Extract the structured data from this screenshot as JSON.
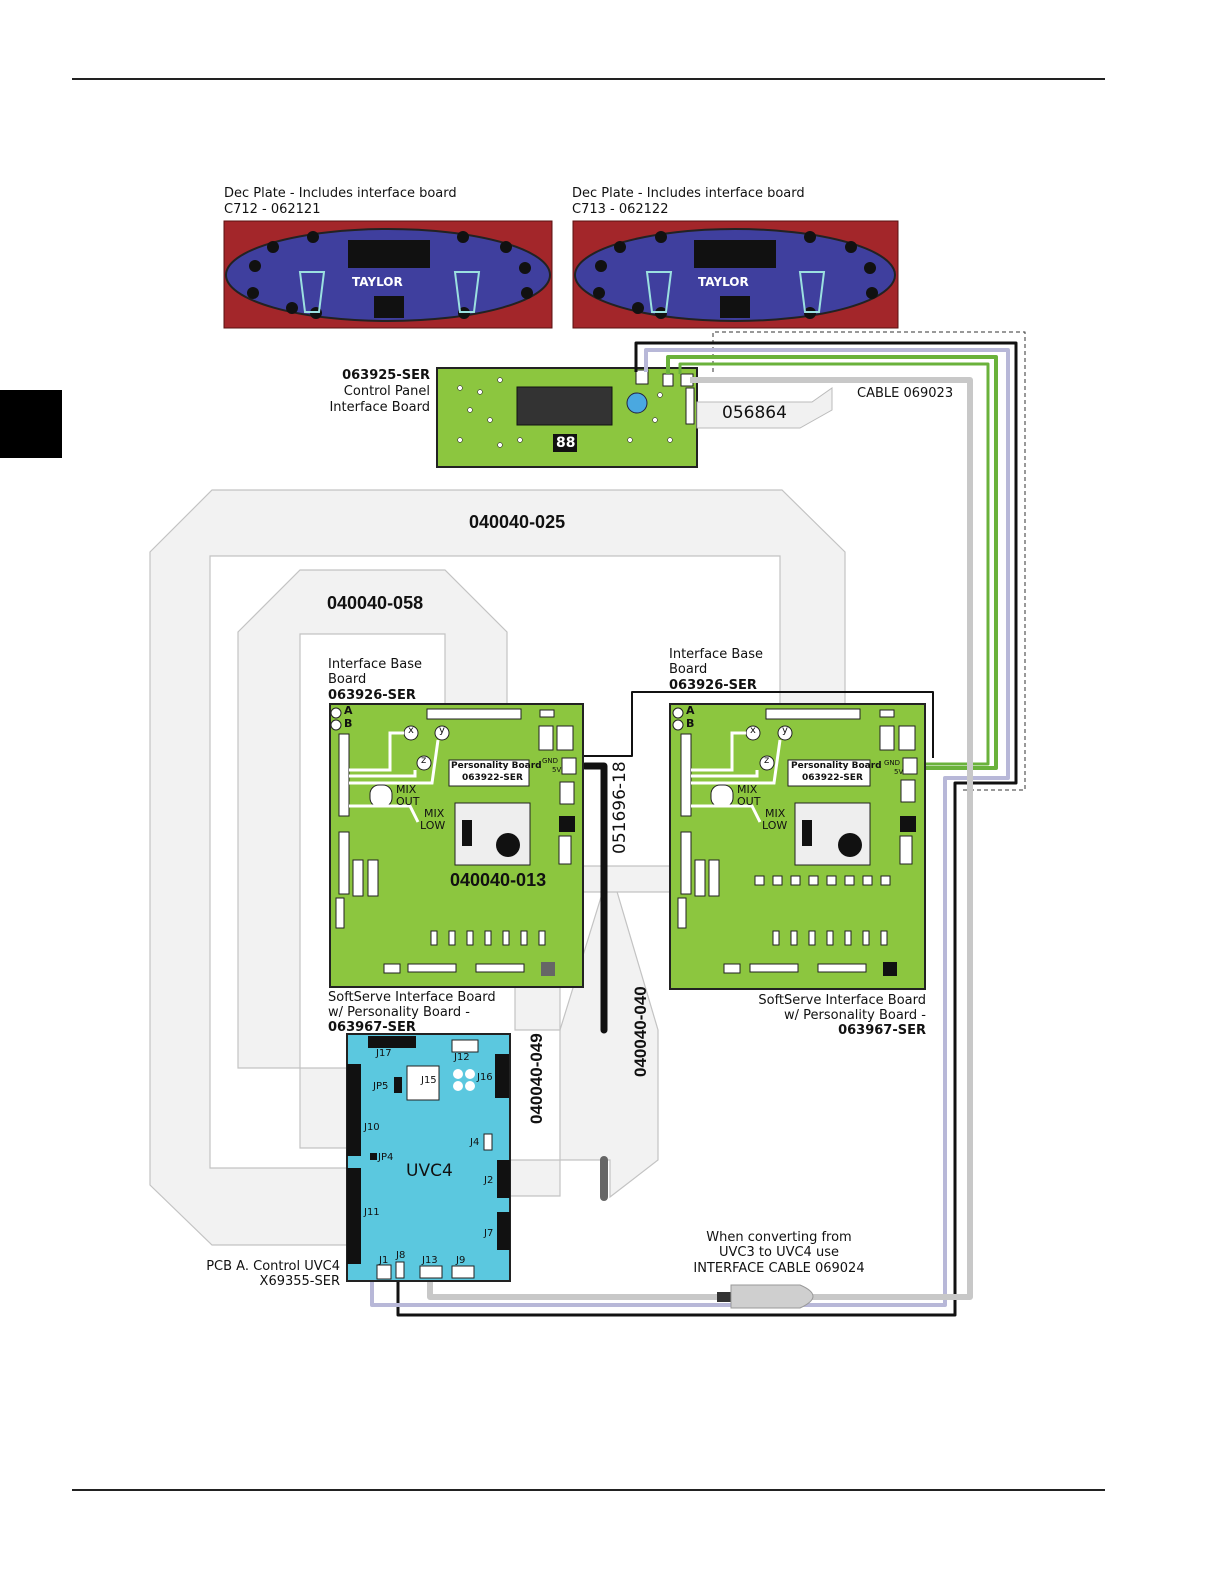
{
  "header_rule": true,
  "decplates": [
    {
      "line1": "Dec Plate - Includes interface board",
      "line2": "C712 - 062121",
      "brand": "TAYLOR"
    },
    {
      "line1": "Dec Plate - Includes interface board",
      "line2": "C713 - 062122",
      "brand": "TAYLOR"
    }
  ],
  "control_panel": {
    "part": "063925-SER",
    "line2": "Control Panel",
    "line3": "Interface Board",
    "display_digits": "88",
    "connector_part": "056864"
  },
  "cable_069023": "CABLE 069023",
  "harnesses": {
    "h025": "040040-025",
    "h058": "040040-058",
    "h013": "040040-013",
    "h049": "040040-049",
    "h040": "040040-040",
    "h051696": "051696-18"
  },
  "base_board_left": {
    "line1": "Interface Base",
    "line2": "Board",
    "line3": "063926-SER"
  },
  "base_board_right": {
    "line1": "Interface Base",
    "line2": "Board",
    "line3": "063926-SER"
  },
  "personality_board": {
    "line1": "Personality Board",
    "line2": "063922-SER"
  },
  "board_labels": {
    "mix_out": "MIX",
    "mix_out2": "OUT",
    "mix_low": "MIX",
    "mix_low2": "LOW",
    "a": "A",
    "b": "B",
    "x": "x",
    "y": "y",
    "z": "z",
    "gnd": "GND",
    "v5": "5V"
  },
  "softserve_left": {
    "line1": "SoftServe Interface Board",
    "line2": "w/ Personality Board -",
    "line3": "063967-SER"
  },
  "softserve_right": {
    "line1": "SoftServe Interface Board",
    "line2": "w/ Personality Board -",
    "line3": "063967-SER"
  },
  "uvc4": {
    "name": "UVC4",
    "j17": "J17",
    "j12": "J12",
    "jp5": "JP5",
    "j15": "J15",
    "j16": "J16",
    "j10": "J10",
    "j4": "J4",
    "jp4": "JP4",
    "j2": "J2",
    "j11": "J11",
    "j7": "J7",
    "j1": "J1",
    "j8": "J8",
    "j13": "J13",
    "j9": "J9"
  },
  "pcb_label": {
    "line1": "PCB A. Control UVC4",
    "line2": "X69355-SER"
  },
  "converting_note": {
    "line1": "When converting from",
    "line2": "UVC3 to UVC4 use",
    "line3": "INTERFACE CABLE 069024"
  },
  "colors": {
    "plate_red": "#a3262a",
    "plate_oval": "#3f3f9e",
    "board_green": "#8cc63f",
    "uvc_blue": "#5bc8df",
    "cable_green": "#6ab23b",
    "cable_lav": "#b8b8d8"
  }
}
